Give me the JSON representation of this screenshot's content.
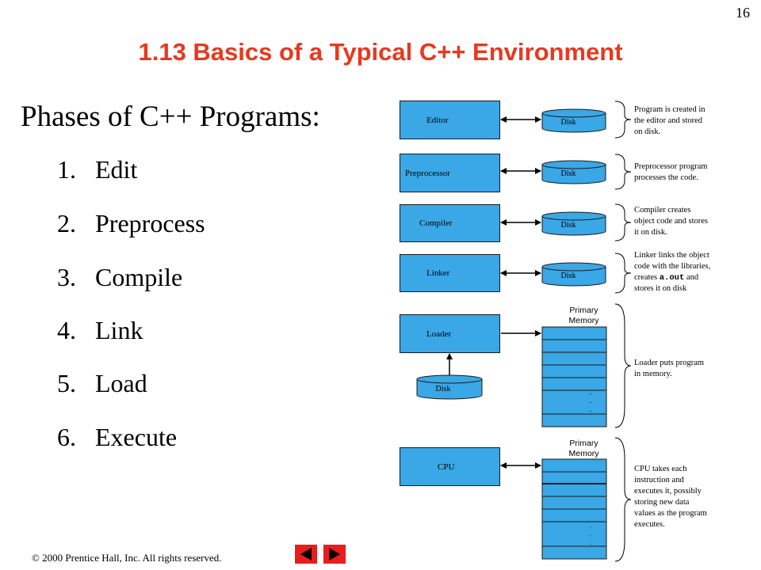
{
  "slide": {
    "number": "16",
    "title": "1.13 Basics of a Typical C++ Environment",
    "copyright_symbol": "©",
    "copyright_text": "2000 Prentice Hall, Inc.  All rights reserved."
  },
  "phases": {
    "heading": "Phases of C++ Programs:",
    "items": [
      {
        "num": "1.",
        "label": "Edit"
      },
      {
        "num": "2.",
        "label": "Preprocess"
      },
      {
        "num": "3.",
        "label": "Compile"
      },
      {
        "num": "4.",
        "label": "Link"
      },
      {
        "num": "5.",
        "label": "Load"
      },
      {
        "num": "6.",
        "label": "Execute"
      }
    ]
  },
  "diagram": {
    "stages": [
      {
        "box": "Editor",
        "disk": "Disk",
        "note": [
          "Program is created in",
          "the editor and stored",
          "on disk."
        ]
      },
      {
        "box": "Preprocessor",
        "disk": "Disk",
        "note": [
          "Preprocessor program",
          "processes the code."
        ]
      },
      {
        "box": "Compiler",
        "disk": "Disk",
        "note": [
          "Compiler creates",
          "object code and stores",
          "it on disk."
        ]
      },
      {
        "box": "Linker",
        "disk": "Disk",
        "note_linker": {
          "l1": "Linker links the object",
          "l2": "code with the libraries,",
          "l3a": "creates ",
          "l3code": "a.out",
          "l3b": " and",
          "l4": "stores it on disk"
        }
      }
    ],
    "loader": {
      "box": "Loader",
      "disk": "Disk",
      "mem_label_1": "Primary",
      "mem_label_2": "Memory",
      "note": [
        "Loader puts program",
        "in memory."
      ]
    },
    "cpu": {
      "box": "CPU",
      "mem_label_1": "Primary",
      "mem_label_2": "Memory",
      "note": [
        "CPU takes each",
        "instruction and",
        "executes it, possibly",
        "storing new data",
        "values as the program",
        "executes."
      ]
    }
  },
  "colors": {
    "title": "#e8381f",
    "box_fill": "#3aa7e6",
    "nav_button": "#e81e1e"
  }
}
